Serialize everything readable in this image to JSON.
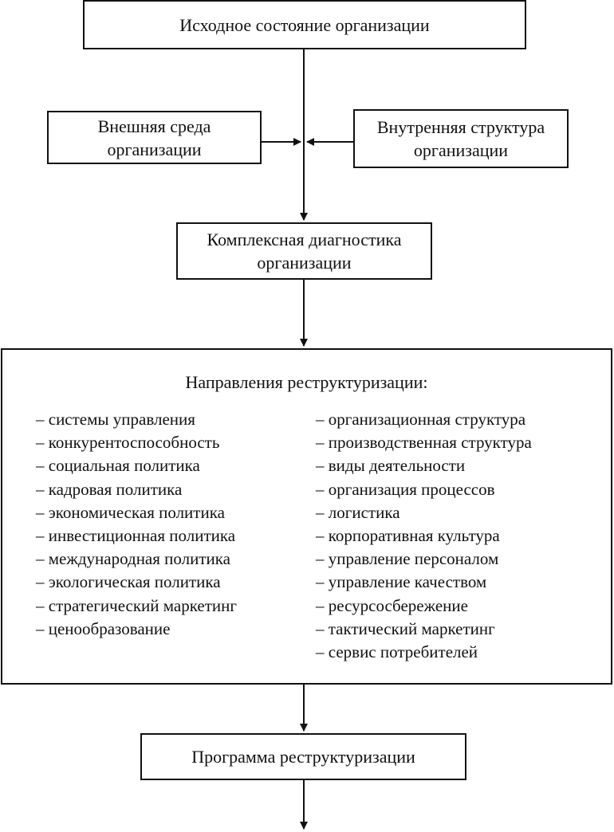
{
  "boxes": {
    "initial_state": "Исходное состояние организации",
    "external_environment": "Внешняя среда\nорганизации",
    "internal_structure": "Внутренняя структура\nорганизации",
    "diagnostics": "Комплексная диагностика\nорганизации",
    "program": "Программа реструктуризации"
  },
  "directions": {
    "title": "Направления реструктуризации:",
    "left": [
      "– системы управления",
      "– конкурентоспособность",
      "– социальная политика",
      "– кадровая политика",
      "– экономическая политика",
      "– инвестиционная политика",
      "– международная политика",
      "– экологическая политика",
      "– стратегический маркетинг",
      "– ценообразование"
    ],
    "right": [
      "– организационная структура",
      "– производственная структура",
      "– виды деятельности",
      "– организация процессов",
      "– логистика",
      "– корпоративная культура",
      "– управление персоналом",
      "– управление качеством",
      "– ресурсосбережение",
      "– тактический маркетинг",
      "– сервис потребителей"
    ]
  },
  "colors": {
    "line": "#111111",
    "background": "#ffffff"
  }
}
